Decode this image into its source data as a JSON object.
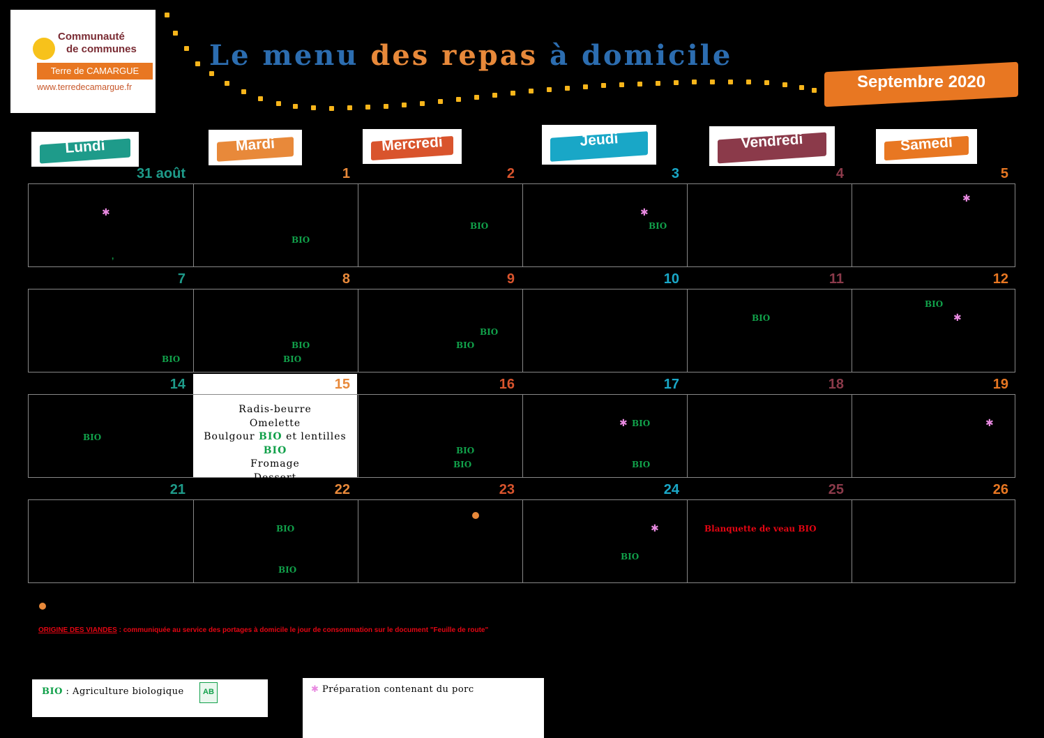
{
  "logo": {
    "line1": "Communauté",
    "line2": "de communes",
    "band": "Terre de CAMARGUE",
    "url": "www.terredecamargue.fr"
  },
  "title": {
    "part1": "Le menu",
    "part2": "des repas",
    "part3": "à domicile"
  },
  "month": "Septembre 2020",
  "days": [
    {
      "label": "Lundi",
      "color": "#1e9b8a"
    },
    {
      "label": "Mardi",
      "color": "#e8893a"
    },
    {
      "label": "Mercredi",
      "color": "#d9542d"
    },
    {
      "label": "Jeudi",
      "color": "#19a7c7"
    },
    {
      "label": "Vendredi",
      "color": "#8b3a4a"
    },
    {
      "label": "Samedi",
      "color": "#e87722"
    }
  ],
  "weeks": [
    [
      "31 août",
      "1",
      "2",
      "3",
      "4",
      "5"
    ],
    [
      "7",
      "8",
      "9",
      "10",
      "11",
      "12"
    ],
    [
      "14",
      "15",
      "16",
      "17",
      "18",
      "19"
    ],
    [
      "21",
      "22",
      "23",
      "24",
      "25",
      "26"
    ]
  ],
  "bio_tag": "BIO",
  "pork_mark": "✱",
  "menu_15": {
    "l1": "Radis-beurre",
    "l2": "Omelette",
    "l3a": "Boulgour",
    "l3b": "BIO",
    "l3c": "et lentilles",
    "l3d": "BIO",
    "l4": "Fromage",
    "l5": "Dessert"
  },
  "blanquette": "Blanquette de veau BIO",
  "comma": ",",
  "origine": {
    "label": "ORIGINE DES VIANDES",
    "text": " : communiquée au service des portages à domicile le jour de consommation sur le document \"Feuille de route\""
  },
  "legend": {
    "bio": "BIO",
    "bio_text": " : Agriculture biologique",
    "ab_logo": "AB",
    "pork_text": "Préparation contenant du porc"
  }
}
